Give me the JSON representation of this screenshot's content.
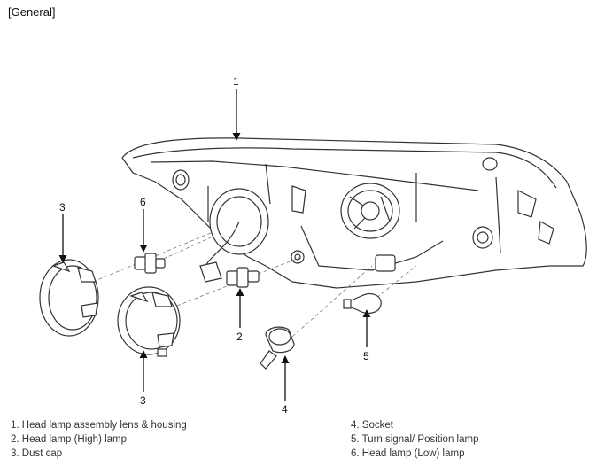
{
  "section_label": "[General]",
  "callouts": [
    "1",
    "2",
    "3",
    "3",
    "4",
    "5",
    "6"
  ],
  "legend": {
    "left": [
      "1. Head lamp assembly lens & housing",
      "2. Head lamp (High) lamp",
      "3. Dust cap"
    ],
    "right": [
      "4. Socket",
      "5. Turn signal/ Position lamp",
      "6. Head lamp (Low) lamp"
    ]
  }
}
